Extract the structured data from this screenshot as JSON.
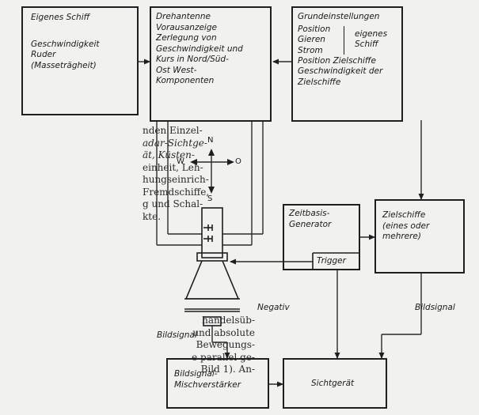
{
  "boxes": {
    "eigenes_schiff": {
      "title": "Eigenes Schiff",
      "lines": [
        "Geschwindigkeit",
        "Ruder",
        "(Masseträgheit)"
      ]
    },
    "drehantenne": {
      "lines": [
        "Drehantenne",
        "Vorausanzeige",
        "Zerlegung von",
        "Geschwindigkeit und",
        "Kurs in Nord/Süd-",
        "Ost West-",
        "Komponenten"
      ]
    },
    "grundeinstellungen": {
      "title": "Grundeinstellungen",
      "col1": [
        "Position",
        "Gieren",
        "Strom"
      ],
      "col2": [
        "eigenes",
        "Schiff"
      ],
      "rest": [
        "Position Zielschiffe",
        "Geschwindigkeit der",
        "Zielschiffe"
      ]
    },
    "zeitbasis": {
      "lines": [
        "Zeitbasis-",
        "Generator"
      ],
      "trigger": "Trigger"
    },
    "zielschiffe": {
      "lines": [
        "Zielschiffe",
        "(eines oder",
        "mehrere)"
      ]
    },
    "mischverstaerker": {
      "lines": [
        "Bildsignal-",
        "Mischverstärker"
      ]
    },
    "sichtgeraet": {
      "label": "Sichtgerät"
    }
  },
  "compass": {
    "n": "N",
    "s": "S",
    "w": "W",
    "o": "O"
  },
  "labels": {
    "negativ": "Negativ",
    "bildsignal_left": "Bildsignal",
    "bildsignal_right": "Bildsignal"
  },
  "paragraph_top": [
    "nden Einzel-",
    "adar-Sichtge-",
    "ät,  Küsten-",
    "einheit,  Leh-",
    "hungseinrich-",
    "Fremdschiffe,",
    "g  und  Schal-",
    "kte."
  ],
  "paragraph_bottom": [
    "handelsüb-",
    "und absolute",
    "Bewegungs-",
    "e parallel ge-",
    "Bild  1).   An-"
  ]
}
